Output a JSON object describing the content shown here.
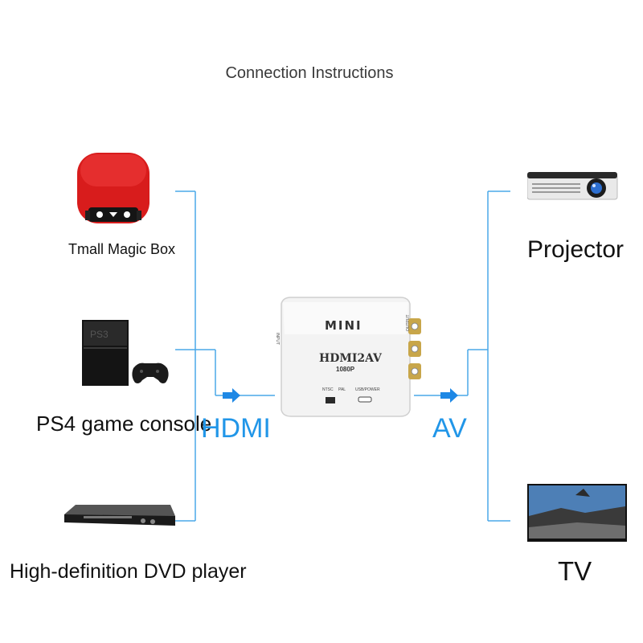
{
  "title": "Connection Instructions",
  "sources": {
    "tmall": "Tmall Magic Box",
    "ps4": "PS4 game console",
    "dvd": "High-definition DVD player"
  },
  "outputs": {
    "projector": "Projector",
    "tv": "TV"
  },
  "signals": {
    "input": "HDMI",
    "output": "AV"
  },
  "converter": {
    "brand": "MINI",
    "model": "HDMI2AV",
    "resolution": "1080P",
    "switch_ntsc": "NTSC",
    "switch_pal": "PAL",
    "port_usb": "USB/POWER",
    "side_input": "INPUT",
    "side_output": "OUTPUT"
  },
  "colors": {
    "wire": "#4aa8e8",
    "arrow": "#1e88e5",
    "signal_text": "#2196e8"
  }
}
